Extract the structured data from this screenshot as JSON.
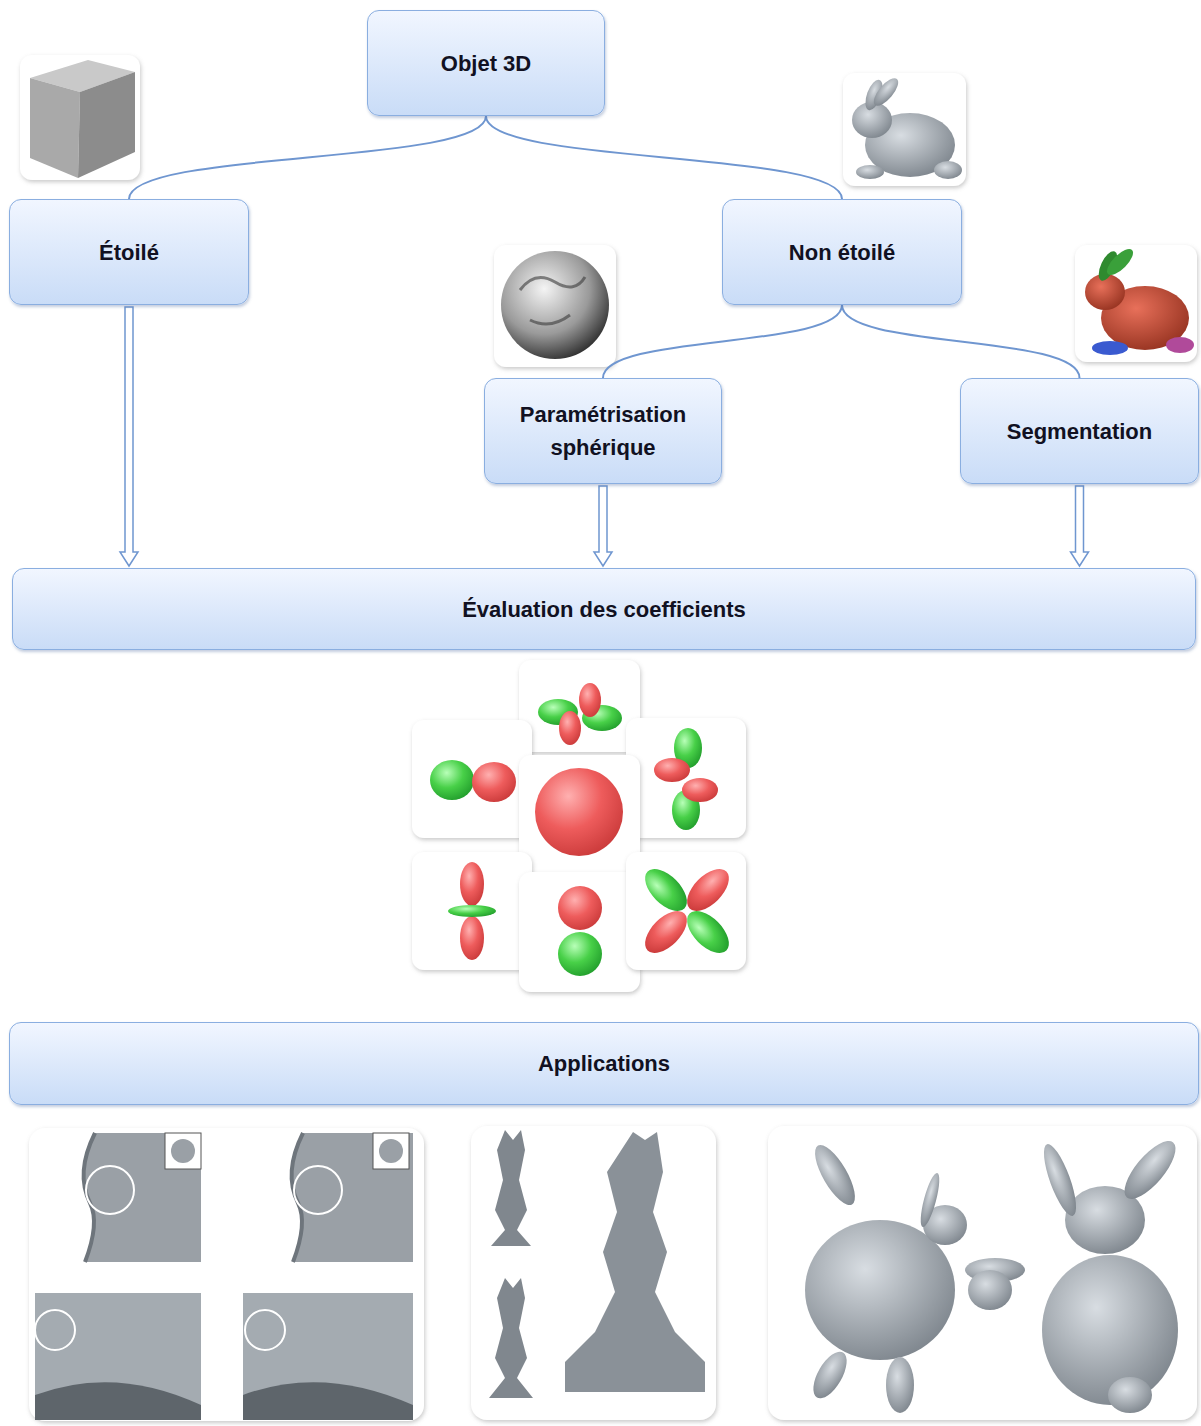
{
  "diagram": {
    "nodes": [
      {
        "text": [
          "Objet 3D"
        ]
      },
      {
        "text": [
          "Étoilé"
        ]
      },
      {
        "text": [
          "Non étoilé"
        ]
      },
      {
        "text": [
          "Paramétrisation sphérique"
        ]
      },
      {
        "text": [
          "Segmentation"
        ]
      },
      {
        "text": [
          "Évaluation des coefficients"
        ]
      },
      {
        "text": [
          "Applications"
        ]
      }
    ],
    "edges": [
      {
        "from": 0,
        "to": 1,
        "arrow": "none"
      },
      {
        "from": 0,
        "to": 2,
        "arrow": "none"
      },
      {
        "from": 2,
        "to": 3,
        "arrow": "none"
      },
      {
        "from": 2,
        "to": 4,
        "arrow": "none"
      },
      {
        "from": 1,
        "to": 5,
        "arrow": "to"
      },
      {
        "from": 3,
        "to": 5,
        "arrow": "to"
      },
      {
        "from": 4,
        "to": 5,
        "arrow": "to"
      }
    ]
  }
}
